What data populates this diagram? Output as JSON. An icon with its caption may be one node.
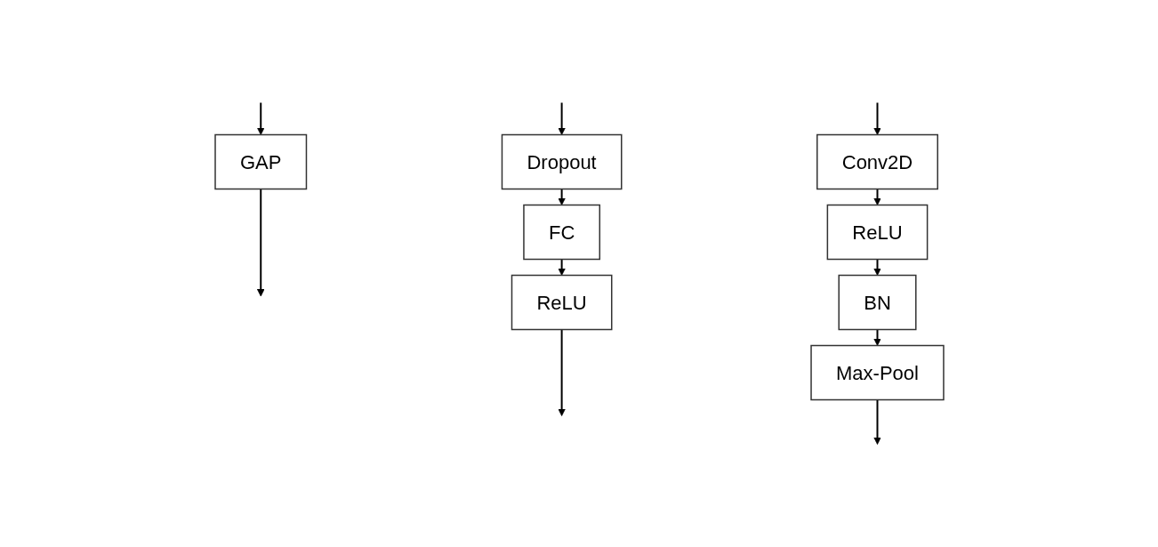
{
  "diagram": {
    "nodes": [
      {
        "text": [
          "Conv2D"
        ]
      },
      {
        "text": [
          "ReLU"
        ]
      },
      {
        "text": [
          "BN"
        ]
      },
      {
        "text": [
          "Max-Pool"
        ]
      },
      {
        "text": [
          "GAP"
        ]
      },
      {
        "text": [
          "Dropout"
        ]
      },
      {
        "text": [
          "FC"
        ]
      },
      {
        "text": [
          "ReLU"
        ]
      }
    ],
    "edges": [
      {
        "from": null,
        "to": 0,
        "arrow": "to"
      },
      {
        "from": 0,
        "to": 1,
        "arrow": "to"
      },
      {
        "from": 1,
        "to": 2,
        "arrow": "to"
      },
      {
        "from": 2,
        "to": 3,
        "arrow": "to"
      },
      {
        "from": 3,
        "to": null,
        "arrow": "to"
      },
      {
        "from": null,
        "to": 4,
        "arrow": "to"
      },
      {
        "from": 4,
        "to": null,
        "arrow": "to"
      },
      {
        "from": null,
        "to": 5,
        "arrow": "to"
      },
      {
        "from": 5,
        "to": 6,
        "arrow": "to"
      },
      {
        "from": 6,
        "to": 7,
        "arrow": "to"
      },
      {
        "from": 7,
        "to": null,
        "arrow": "to"
      }
    ]
  }
}
